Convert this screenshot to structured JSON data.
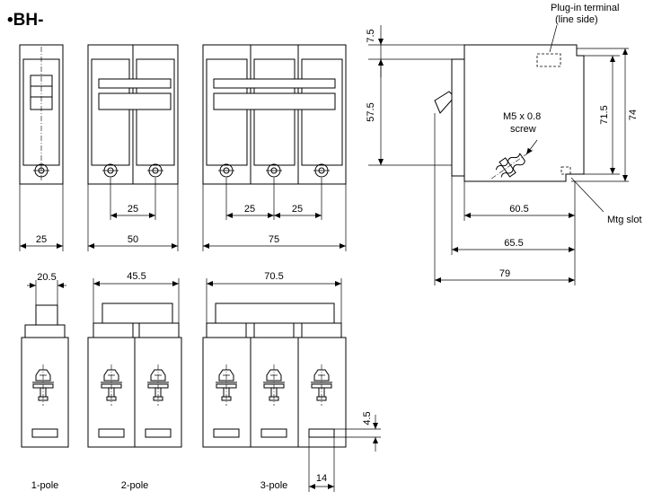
{
  "title": "•BH-",
  "captions": {
    "pole1": "1-pole",
    "pole2": "2-pole",
    "pole3": "3-pole"
  },
  "front_dims": {
    "w1": "25",
    "w2": "50",
    "w3": "75",
    "pitch2": "25",
    "pitch3a": "25",
    "pitch3b": "25"
  },
  "rear_dims": {
    "d1": "20.5",
    "d2": "45.5",
    "d3": "70.5",
    "slot_h": "4.5",
    "slot_w": "14"
  },
  "side": {
    "terminal_label_1": "Plug-in terminal",
    "terminal_label_2": "(line side)",
    "screw_label_1": "M5 x 0.8",
    "screw_label_2": "screw",
    "mtg_slot": "Mtg slot",
    "h_top": "7.5",
    "h_mid": "57.5",
    "h_715": "71.5",
    "h_74": "74",
    "w_605": "60.5",
    "w_655": "65.5",
    "w_79": "79"
  }
}
